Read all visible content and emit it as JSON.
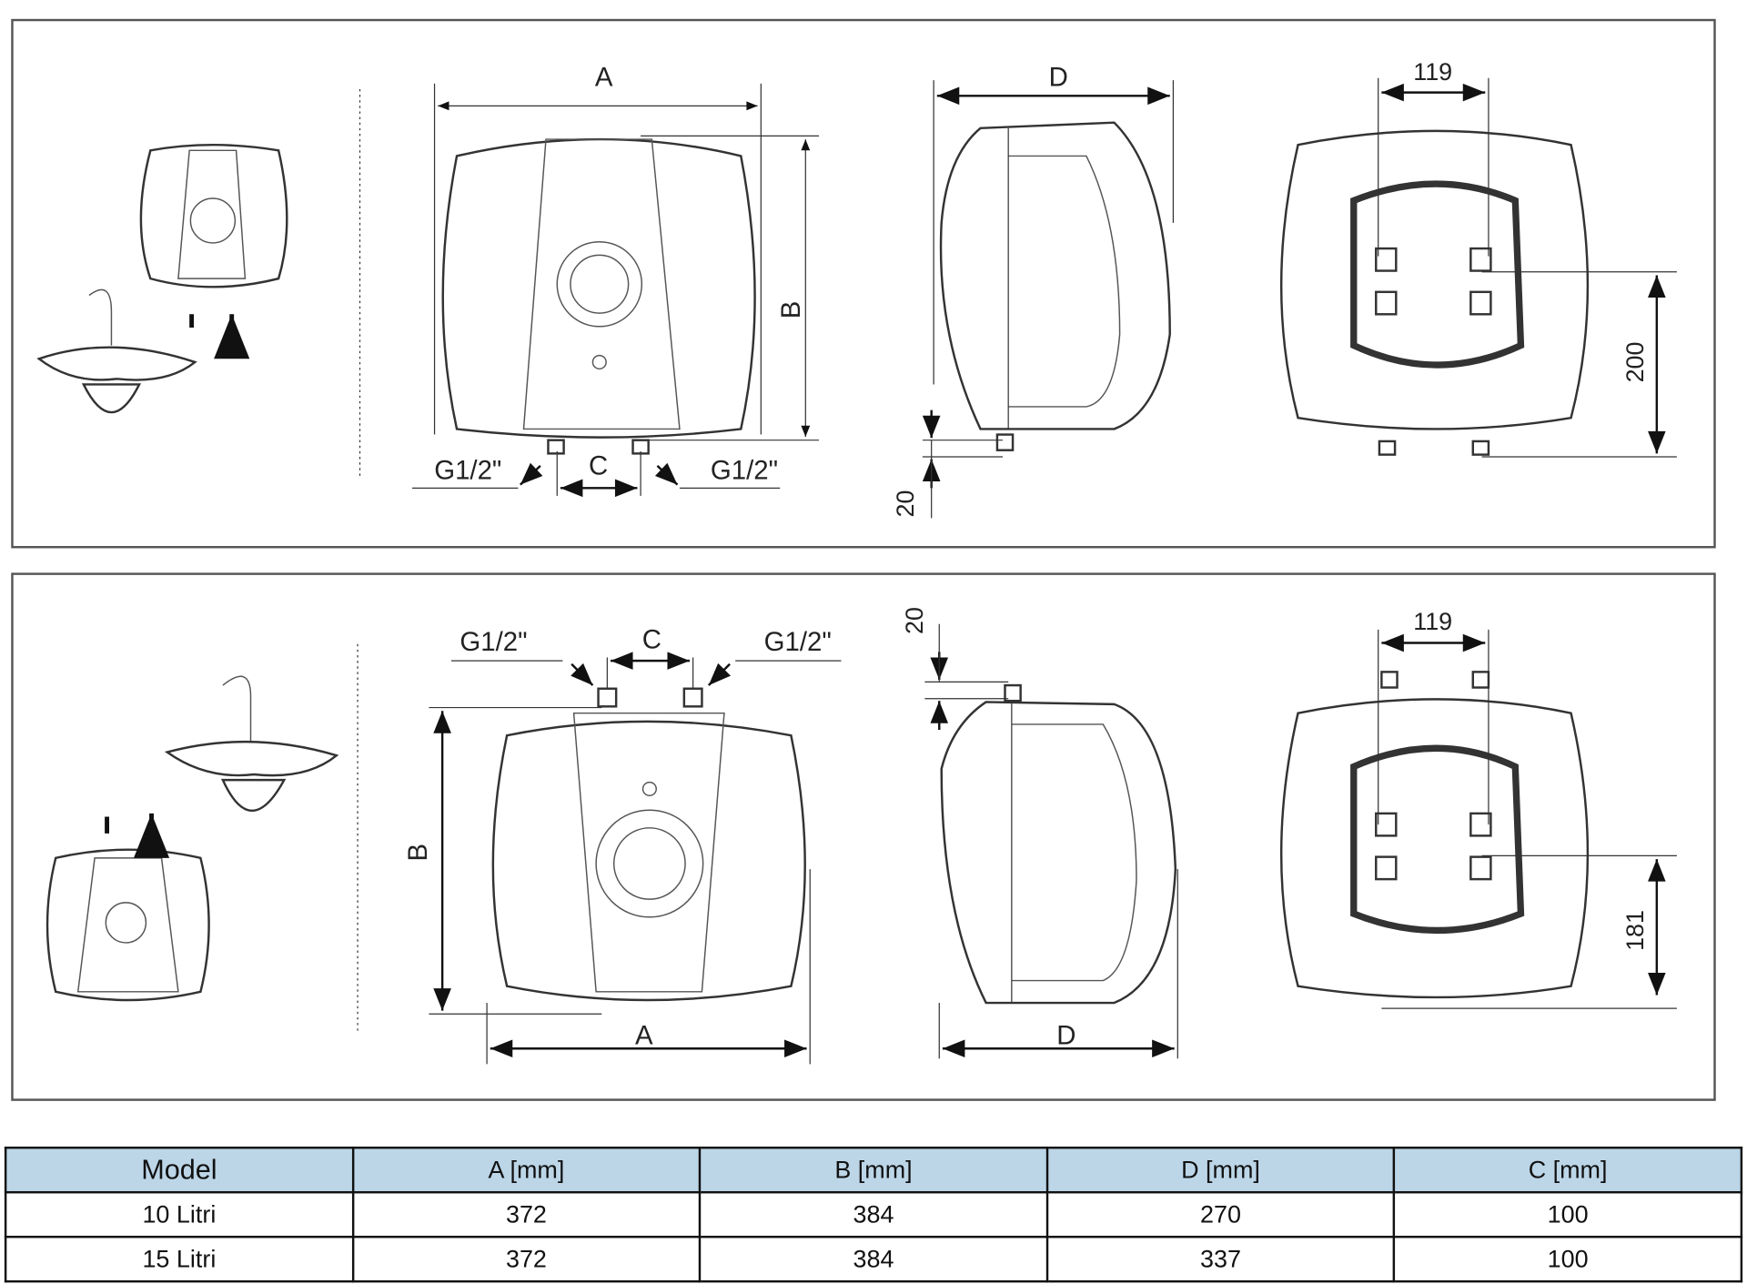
{
  "top_panel": {
    "labels": {
      "A": "A",
      "B": "B",
      "C": "C",
      "D": "D",
      "inlet_left": "G1/2\"",
      "inlet_right": "G1/2\"",
      "dim_20": "20",
      "dim_119": "119",
      "dim_200": "200"
    }
  },
  "bottom_panel": {
    "labels": {
      "A": "A",
      "B": "B",
      "C": "C",
      "D": "D",
      "inlet_left": "G1/2\"",
      "inlet_right": "G1/2\"",
      "dim_20": "20",
      "dim_119": "119",
      "dim_181": "181"
    }
  },
  "table": {
    "headers": [
      "Model",
      "A [mm]",
      "B [mm]",
      "D [mm]",
      "C [mm]"
    ],
    "rows": [
      [
        "10 Litri",
        "372",
        "384",
        "270",
        "100"
      ],
      [
        "15 Litri",
        "372",
        "384",
        "337",
        "100"
      ]
    ],
    "header_color": "#bcd6e8"
  }
}
